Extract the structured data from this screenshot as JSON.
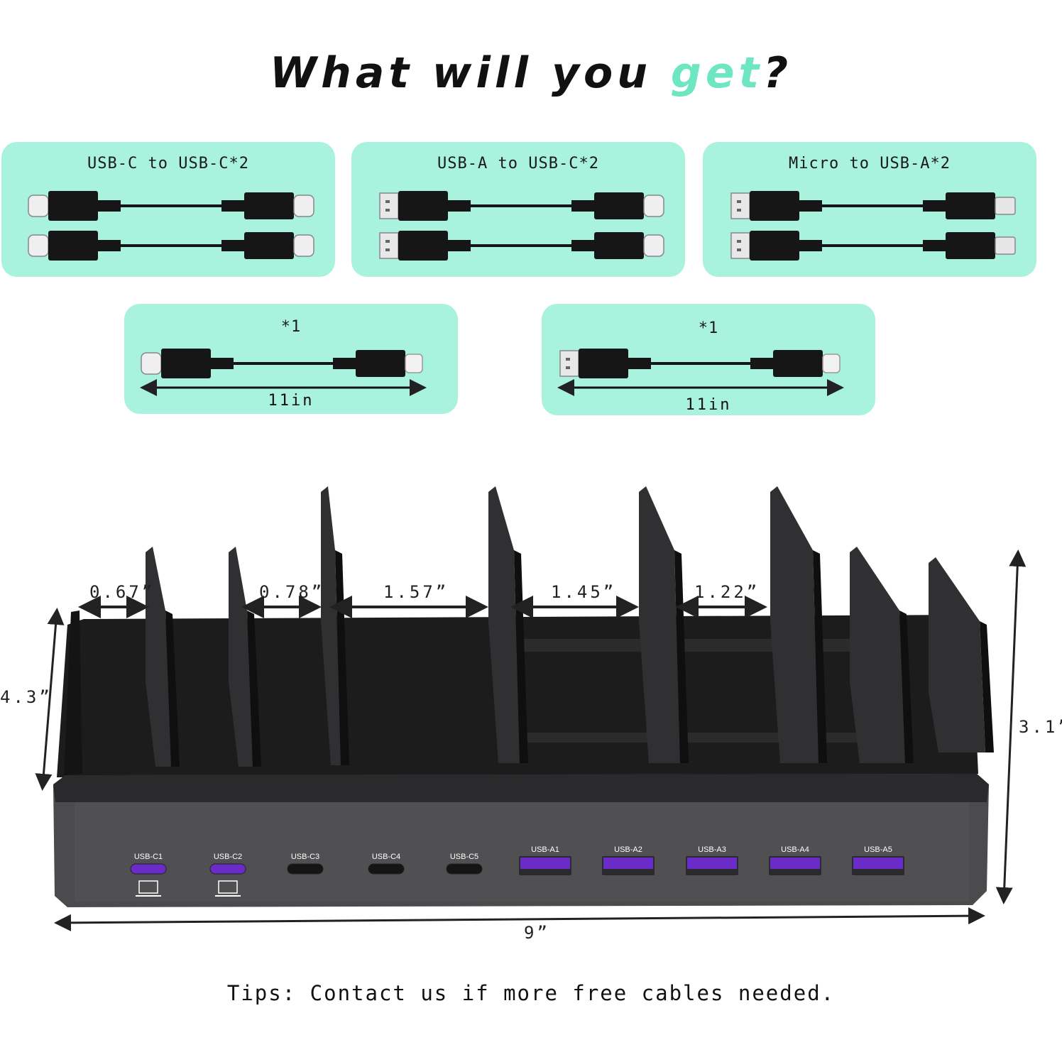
{
  "title": {
    "part1": "What will you ",
    "accent": "get",
    "part2": "?"
  },
  "colors": {
    "accent": "#6fe6c2",
    "card_bg": "#a9f2dd",
    "dock_body": "#1b1b1c",
    "dock_front": "#4b4b4e",
    "port_purple": "#6a2bc9"
  },
  "cable_sets": [
    {
      "label": "USB-C to USB-C*2",
      "left": "usb-c",
      "right": "usb-c",
      "count": 2
    },
    {
      "label": "USB-A to USB-C*2",
      "left": "usb-a",
      "right": "usb-c",
      "count": 2
    },
    {
      "label": "Micro to USB-A*2",
      "left": "usb-a",
      "right": "micro-usb",
      "count": 2
    },
    {
      "label": "*1",
      "left": "usb-c",
      "right": "lightning",
      "count": 1,
      "length": "11in"
    },
    {
      "label": "*1",
      "left": "usb-a",
      "right": "lightning",
      "count": 1,
      "length": "11in"
    }
  ],
  "dimensions": {
    "slot1": "0.67”",
    "slot2": "0.78”",
    "slot3": "1.57”",
    "slot4": "1.45”",
    "slot5": "1.22”",
    "depth": "4.3”",
    "height": "3.1”",
    "width": "9”"
  },
  "ports": [
    {
      "label": "USB-C1",
      "type": "usb-c",
      "active": true,
      "laptop_icon": true
    },
    {
      "label": "USB-C2",
      "type": "usb-c",
      "active": true,
      "laptop_icon": true
    },
    {
      "label": "USB-C3",
      "type": "usb-c",
      "active": false
    },
    {
      "label": "USB-C4",
      "type": "usb-c",
      "active": false
    },
    {
      "label": "USB-C5",
      "type": "usb-c",
      "active": false
    },
    {
      "label": "USB-A1",
      "type": "usb-a",
      "active": true
    },
    {
      "label": "USB-A2",
      "type": "usb-a",
      "active": true
    },
    {
      "label": "USB-A3",
      "type": "usb-a",
      "active": true
    },
    {
      "label": "USB-A4",
      "type": "usb-a",
      "active": true
    },
    {
      "label": "USB-A5",
      "type": "usb-a",
      "active": true
    }
  ],
  "tips": "Tips: Contact us if more free cables needed."
}
